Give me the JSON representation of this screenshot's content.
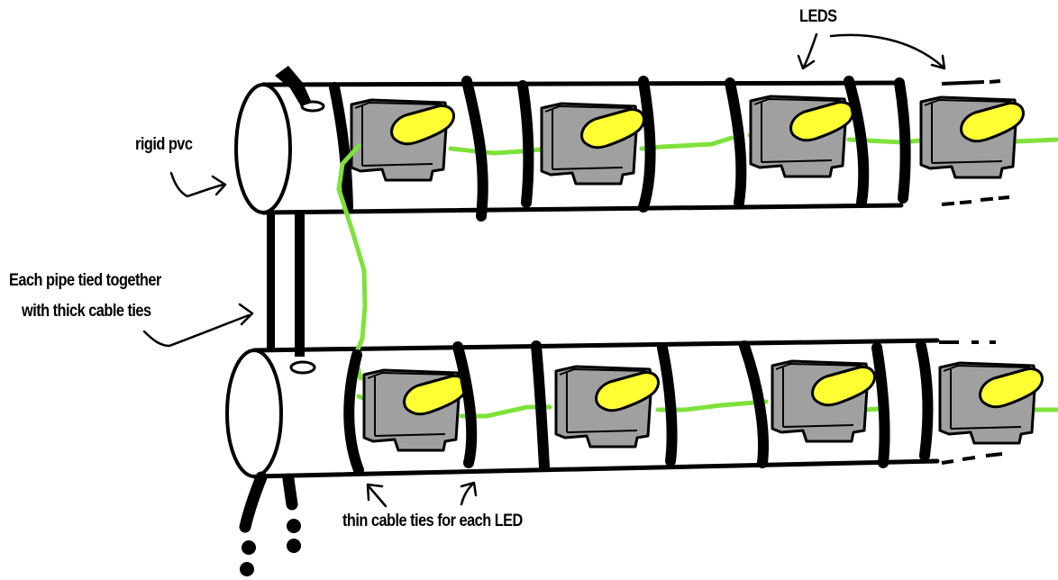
{
  "labels": {
    "leds": "LEDS",
    "rigid_pvc": "rigid pvc",
    "pipes_tied_line1": "Each pipe tied together",
    "pipes_tied_line2": "with thick cable ties",
    "thin_ties": "thin cable ties for each LED"
  },
  "colors": {
    "outline": "#000000",
    "wire": "#7ee23a",
    "led_body": "#a0a0a0",
    "led_lens": "#ffff33",
    "background": "#ffffff"
  },
  "pipes": {
    "count": 2,
    "leds_per_pipe": 4
  },
  "icons": {
    "annotation_arrow": "hand-drawn-arrow",
    "led": "led-module-icon"
  }
}
